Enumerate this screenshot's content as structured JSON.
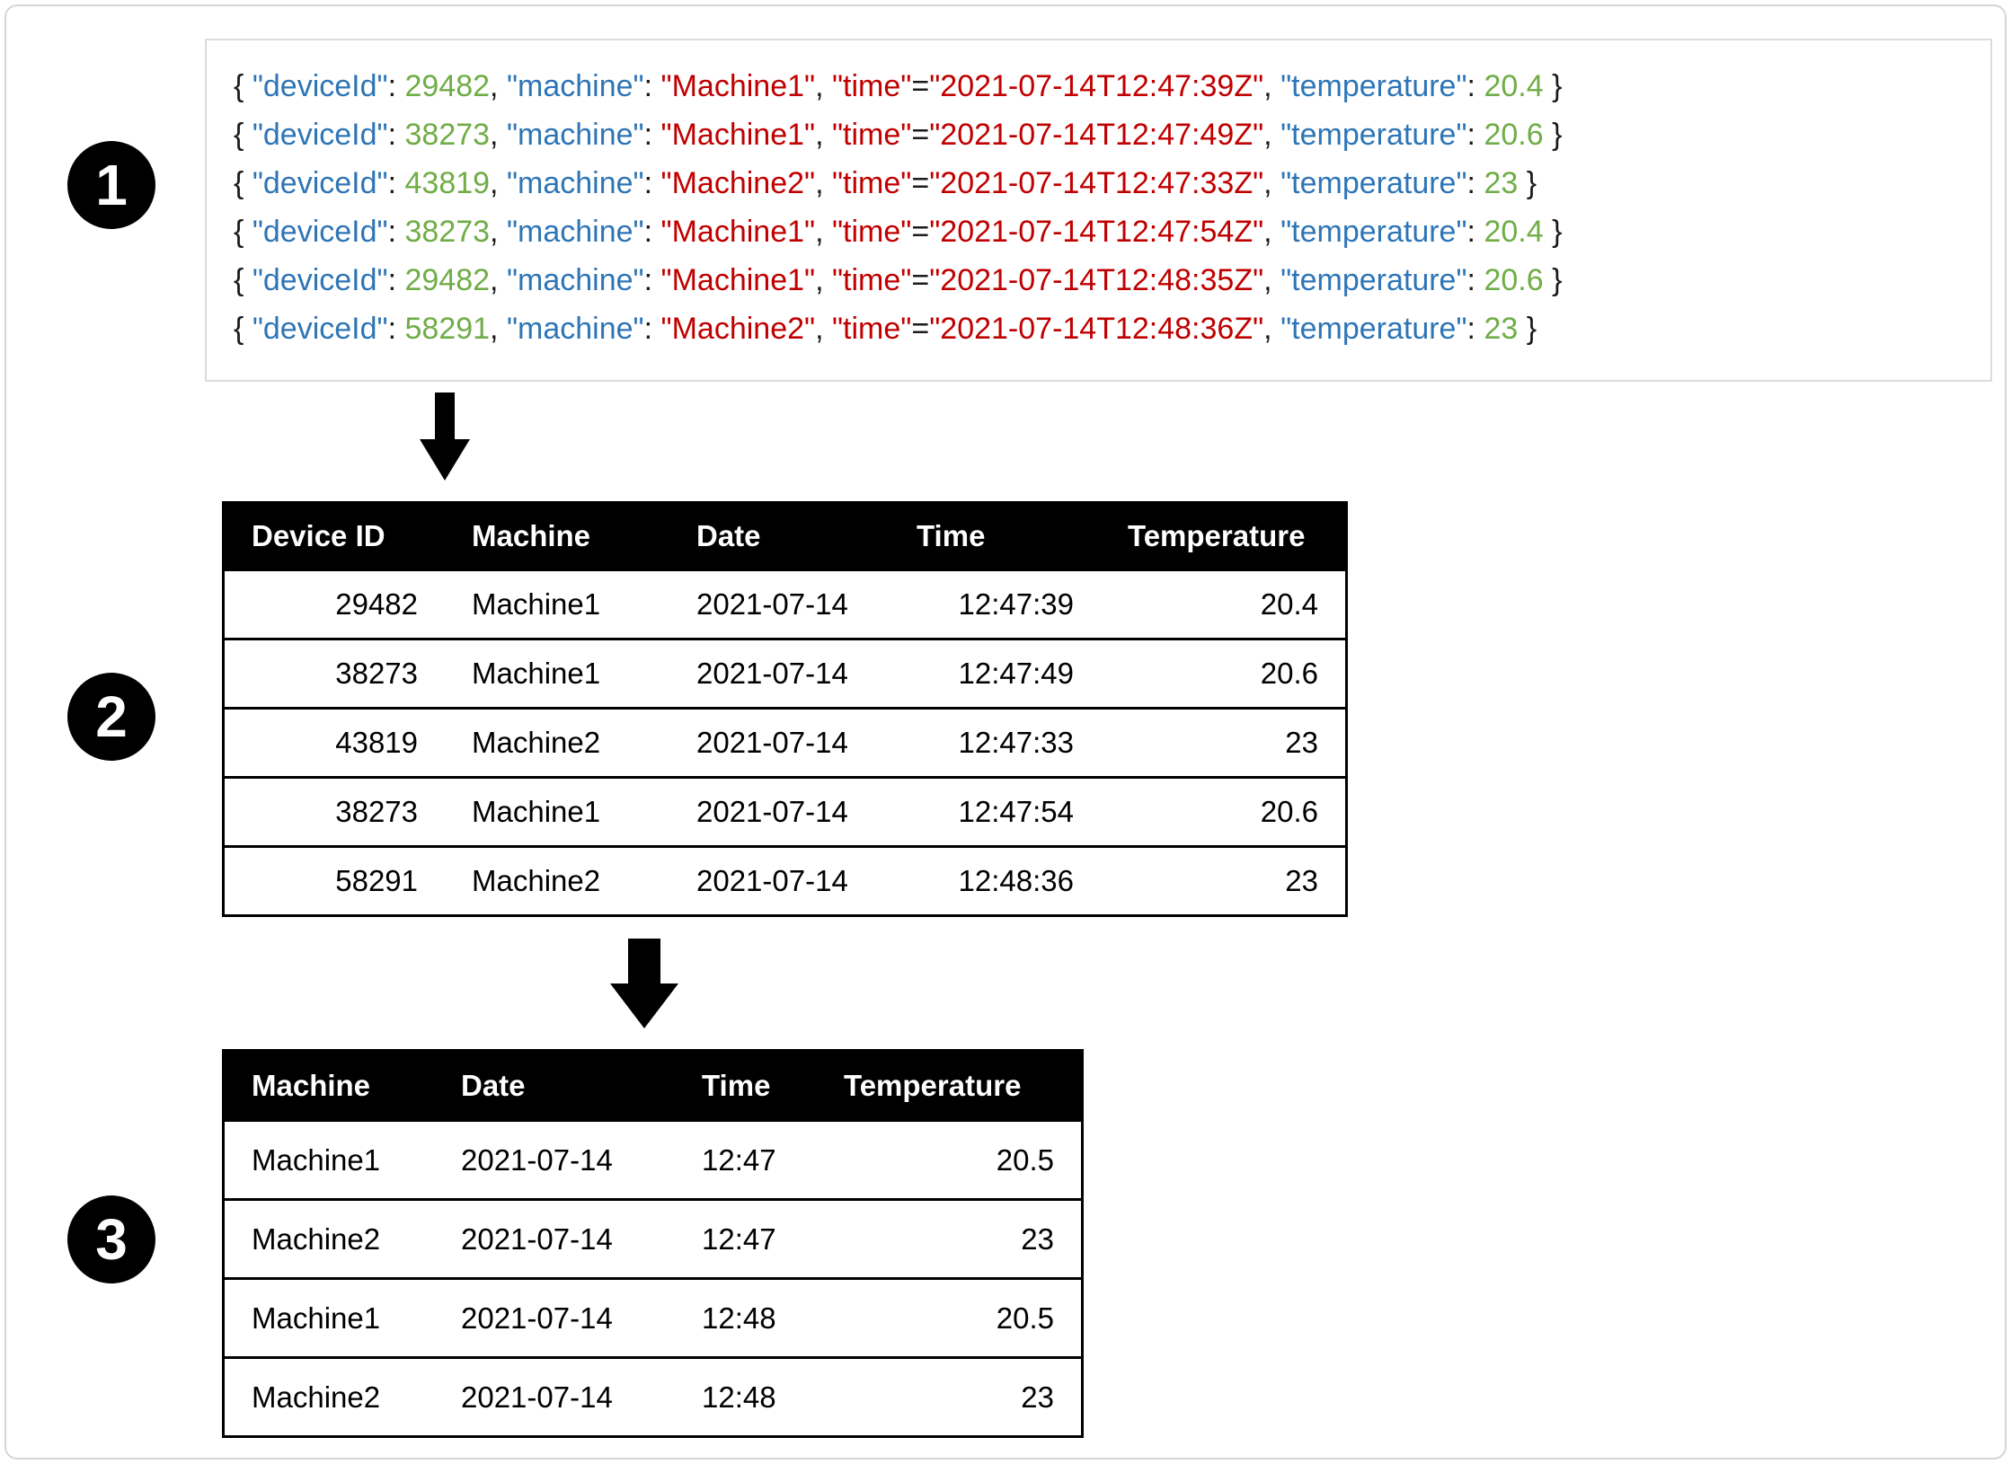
{
  "figure": {
    "steps": [
      {
        "number": "1"
      },
      {
        "number": "2"
      },
      {
        "number": "3"
      }
    ]
  },
  "json_block": {
    "key_labels": {
      "deviceId": "deviceId",
      "machine": "machine",
      "time": "time",
      "temperature": "temperature"
    },
    "records": [
      {
        "deviceId": "29482",
        "machine": "Machine1",
        "time": "2021-07-14T12:47:39Z",
        "temperature": "20.4"
      },
      {
        "deviceId": "38273",
        "machine": "Machine1",
        "time": "2021-07-14T12:47:49Z",
        "temperature": "20.6"
      },
      {
        "deviceId": "43819",
        "machine": "Machine2",
        "time": "2021-07-14T12:47:33Z",
        "temperature": "23"
      },
      {
        "deviceId": "38273",
        "machine": "Machine1",
        "time": "2021-07-14T12:47:54Z",
        "temperature": "20.4"
      },
      {
        "deviceId": "29482",
        "machine": "Machine1",
        "time": "2021-07-14T12:48:35Z",
        "temperature": "20.6"
      },
      {
        "deviceId": "58291",
        "machine": "Machine2",
        "time": "2021-07-14T12:48:36Z",
        "temperature": "23"
      }
    ],
    "colors": {
      "key": "#2E75B6",
      "number": "#70AD47",
      "string": "#C00000",
      "punctuation": "#1b1b1b"
    }
  },
  "raw_table": {
    "headers": [
      "Device ID",
      "Machine",
      "Date",
      "Time",
      "Temperature"
    ],
    "rows": [
      [
        "29482",
        "Machine1",
        "2021-07-14",
        "12:47:39",
        "20.4"
      ],
      [
        "38273",
        "Machine1",
        "2021-07-14",
        "12:47:49",
        "20.6"
      ],
      [
        "43819",
        "Machine2",
        "2021-07-14",
        "12:47:33",
        "23"
      ],
      [
        "38273",
        "Machine1",
        "2021-07-14",
        "12:47:54",
        "20.6"
      ],
      [
        "58291",
        "Machine2",
        "2021-07-14",
        "12:48:36",
        "23"
      ]
    ]
  },
  "aggregated_table": {
    "headers": [
      "Machine",
      "Date",
      "Time",
      "Temperature"
    ],
    "rows": [
      [
        "Machine1",
        "2021-07-14",
        "12:47",
        "20.5"
      ],
      [
        "Machine2",
        "2021-07-14",
        "12:47",
        "23"
      ],
      [
        "Machine1",
        "2021-07-14",
        "12:48",
        "20.5"
      ],
      [
        "Machine2",
        "2021-07-14",
        "12:48",
        "23"
      ]
    ]
  }
}
